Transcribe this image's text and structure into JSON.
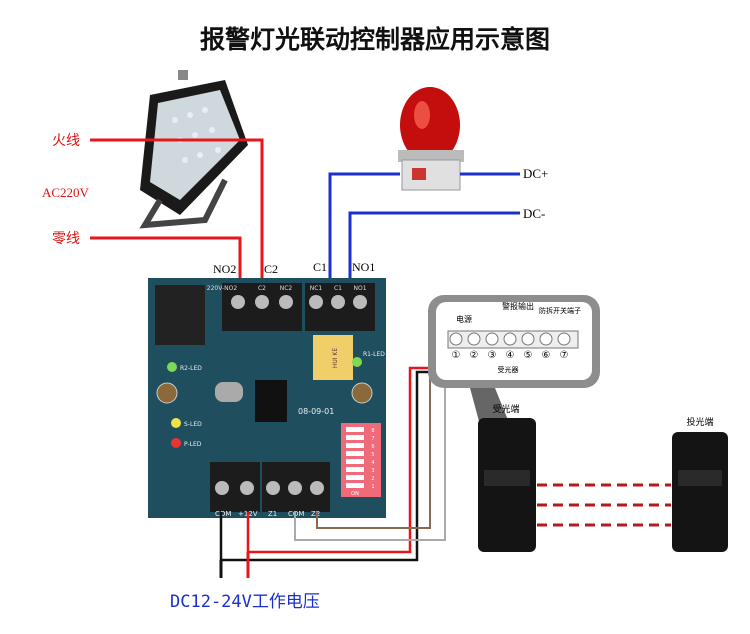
{
  "title": "报警灯光联动控制器应用示意图",
  "power_labels": {
    "live": "火线",
    "ac": "AC220V",
    "neutral": "零线"
  },
  "beacon_labels": {
    "dc_plus": "DC+",
    "dc_minus": "DC-"
  },
  "relay_labels": {
    "no2": "NO2",
    "c2": "C2",
    "c1": "C1",
    "no1": "NO1"
  },
  "board": {
    "top_terminals": [
      "220V-NO2",
      "C2",
      "NC2",
      "NC1",
      "C1",
      "NO1"
    ],
    "bottom_terminals": [
      "COM",
      "+12V",
      "Z1",
      "COM",
      "Z2"
    ],
    "leds": [
      "R2-LED",
      "S-LED",
      "P-LED",
      "R1-LED"
    ],
    "relay_brand": "HUI KE",
    "model": "08-09-01",
    "dip_label": "ON",
    "dip_numbers": [
      "1",
      "2",
      "3",
      "4",
      "5",
      "6",
      "7",
      "8"
    ]
  },
  "detector": {
    "power": "电源",
    "alarm_output": "警报输出",
    "tamper": "防拆开关端子",
    "terminals": [
      "①",
      "②",
      "③",
      "④",
      "⑤",
      "⑥",
      "⑦"
    ],
    "receiver_label": "受光器"
  },
  "receiver": "受光端",
  "transmitter": "投光端",
  "supply": "DC12-24V工作电压",
  "colors": {
    "red": "#e8161b",
    "blue": "#1a2fd0",
    "board": "#1f4e5e",
    "text_red": "#d11"
  }
}
